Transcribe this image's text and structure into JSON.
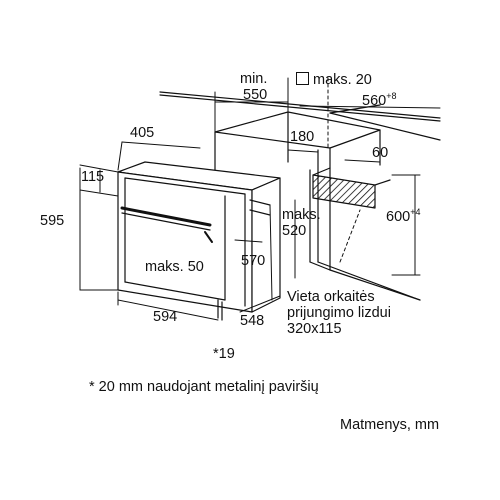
{
  "diagram": {
    "labels": {
      "min": "min.",
      "d550": "550",
      "maks20": "maks. 20",
      "d560": "560",
      "d560_sup": "+8",
      "d405": "405",
      "d180": "180",
      "d60": "60",
      "d115": "115",
      "maks_520_a": "maks.",
      "maks_520_b": "520",
      "d595": "595",
      "d600": "600",
      "d600_sup": "+4",
      "maks50": "maks. 50",
      "d570": "570",
      "vieta_1": "Vieta orkaitės",
      "vieta_2": "prijungimo lizdui",
      "vieta_3": "320x115",
      "d594": "594",
      "d548": "548",
      "d19": "*19"
    },
    "footnote": "* 20 mm naudojant metalinį paviršių",
    "units_note": "Matmenys, mm"
  }
}
